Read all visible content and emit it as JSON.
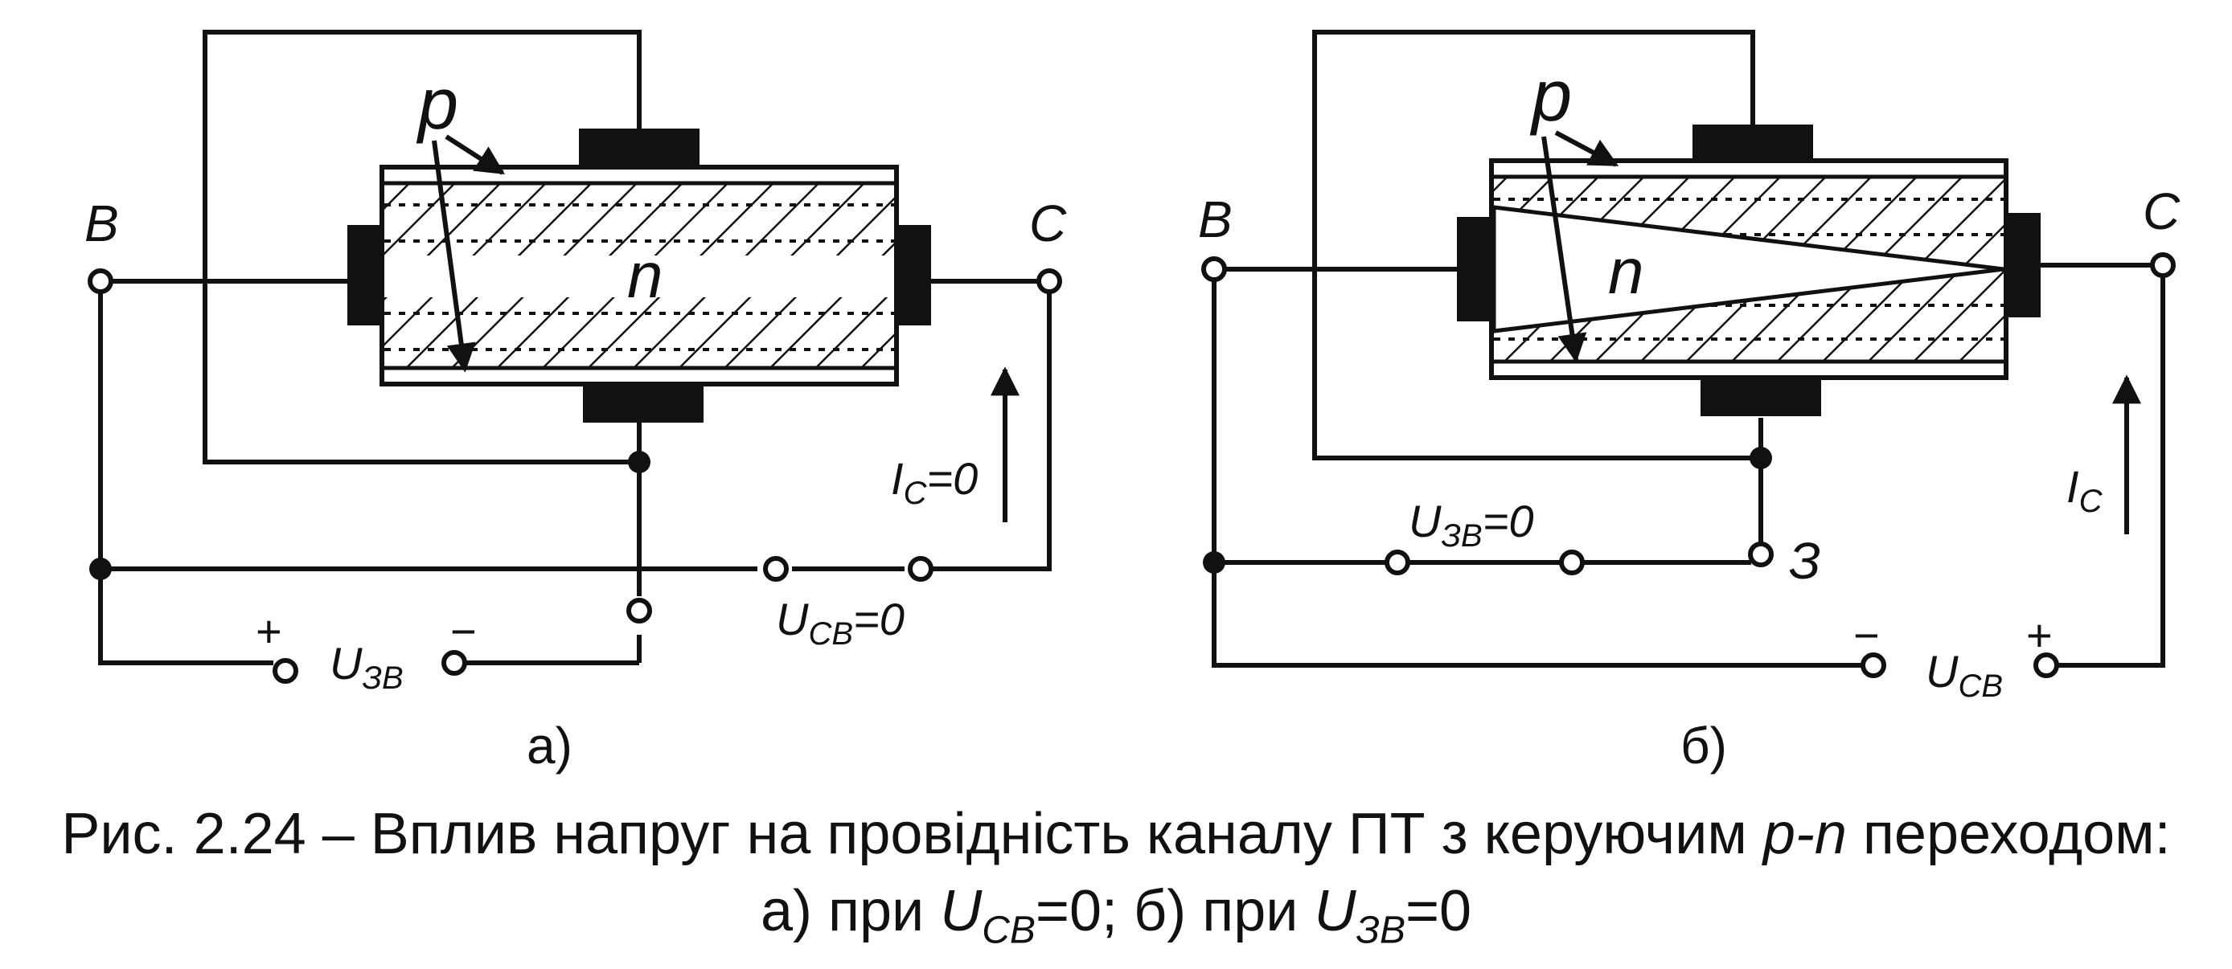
{
  "panel_a": {
    "letter": "а)",
    "terminal_source": "В",
    "terminal_drain": "С",
    "region_p": "p",
    "region_n": "n",
    "current": "I",
    "current_sub": "C",
    "current_value": "=0",
    "gate_volt": "U",
    "gate_volt_sub": "ЗВ",
    "plus": "+",
    "minus": "−",
    "drain_volt": "U",
    "drain_volt_sub": "СВ",
    "drain_volt_value": "=0"
  },
  "panel_b": {
    "letter": "б)",
    "terminal_source": "В",
    "terminal_drain": "С",
    "terminal_gate": "З",
    "region_p": "p",
    "region_n": "n",
    "current": "I",
    "current_sub": "C",
    "gate_volt": "U",
    "gate_volt_sub": "ЗВ",
    "gate_volt_value": "=0",
    "drain_volt": "U",
    "drain_volt_sub": "СВ",
    "plus": "+",
    "minus": "−"
  },
  "caption": {
    "line1_a": "Рис. 2.24 – Вплив напруг на провідність каналу ПТ з керуючим ",
    "line1_pn": "p-n",
    "line1_b": " переходом:",
    "line2_a": "а) при ",
    "u1": "U",
    "u1_sub": "СВ",
    "line2_b": "=0; б) при ",
    "u2": "U",
    "u2_sub": "ЗВ",
    "line2_c": "=0"
  }
}
